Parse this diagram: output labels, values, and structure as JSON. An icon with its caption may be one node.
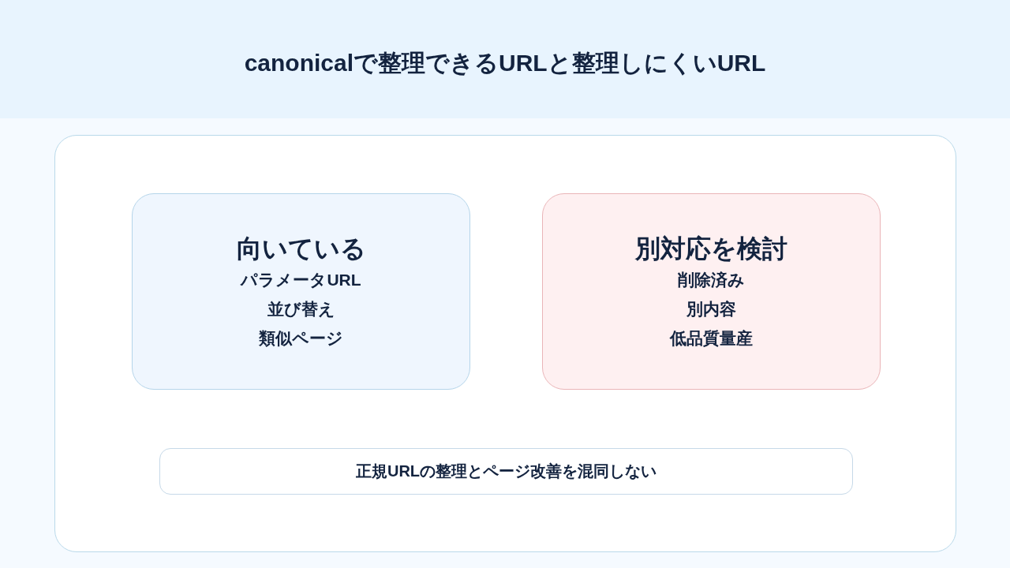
{
  "diagram": {
    "title": "canonicalで整理できるURLと整理しにくいURL",
    "nodes": [
      {
        "text": [],
        "shape": "box"
      },
      {
        "text": [
          "向いている",
          "パラメータURL",
          "並び替え",
          "類似ページ"
        ],
        "in": 0
      },
      {
        "text": [
          "別対応を検討",
          "削除済み",
          "別内容",
          "低品質量産"
        ],
        "in": 0
      },
      {
        "text": [
          "正規URLの整理とページ改善を混同しない"
        ],
        "in": 0
      }
    ]
  }
}
